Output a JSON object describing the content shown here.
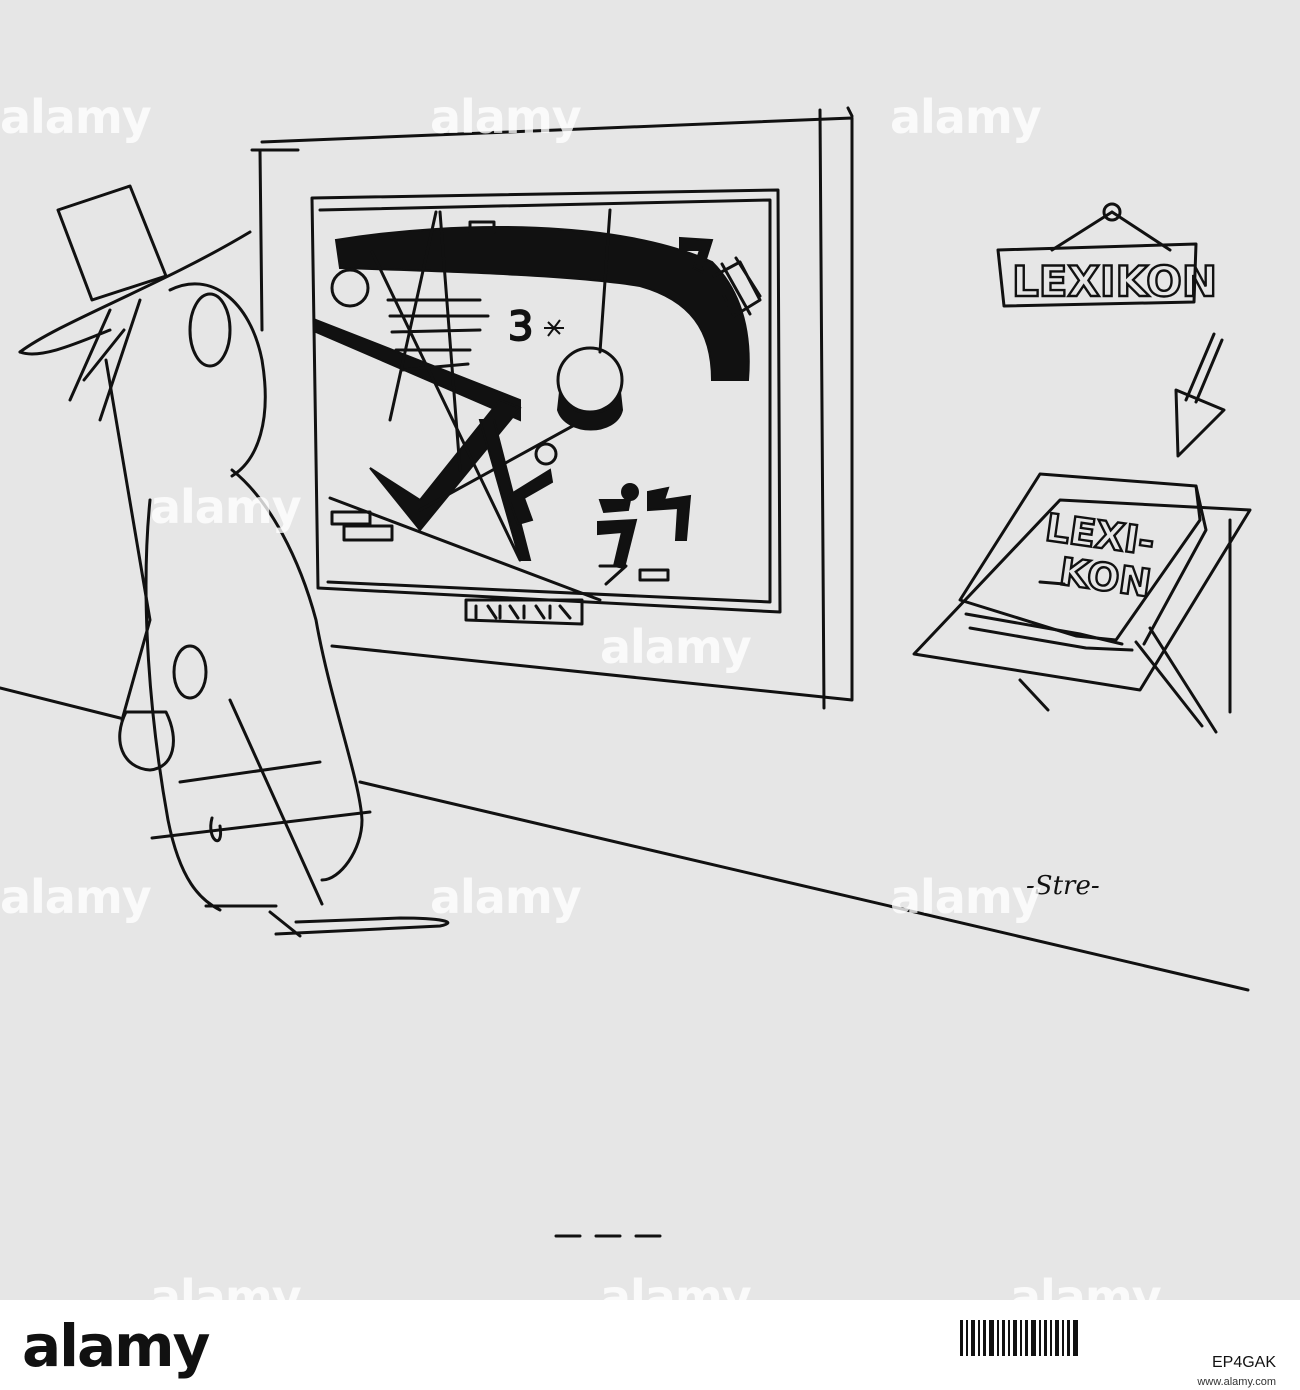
{
  "sign_text": "LEXIKON",
  "book_line1": "LEXI-",
  "book_line2": "KON",
  "signature": "-Stre-",
  "painting_numeral": "3",
  "watermark_text": "alamy",
  "footer": {
    "brand": "alamy",
    "image_id": "EP4GAK",
    "url": "www.alamy.com"
  }
}
